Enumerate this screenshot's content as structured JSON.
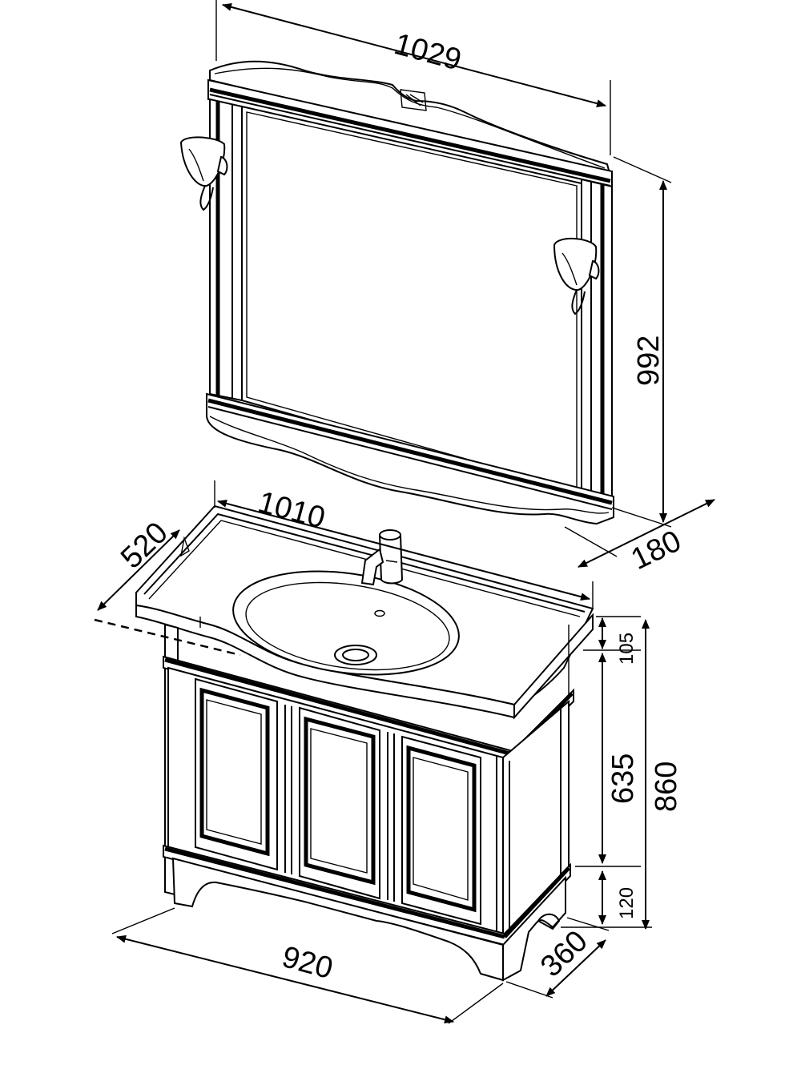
{
  "dimensions": {
    "mirror_width": "1029",
    "mirror_height": "992",
    "mirror_depth": "180",
    "top_width": "1010",
    "top_depth": "520",
    "top_thickness": "105",
    "cabinet_height": "635",
    "total_height": "860",
    "leg_height": "120",
    "cabinet_width": "920",
    "cabinet_depth": "360"
  },
  "colors": {
    "line": "#000000",
    "background": "#ffffff"
  }
}
